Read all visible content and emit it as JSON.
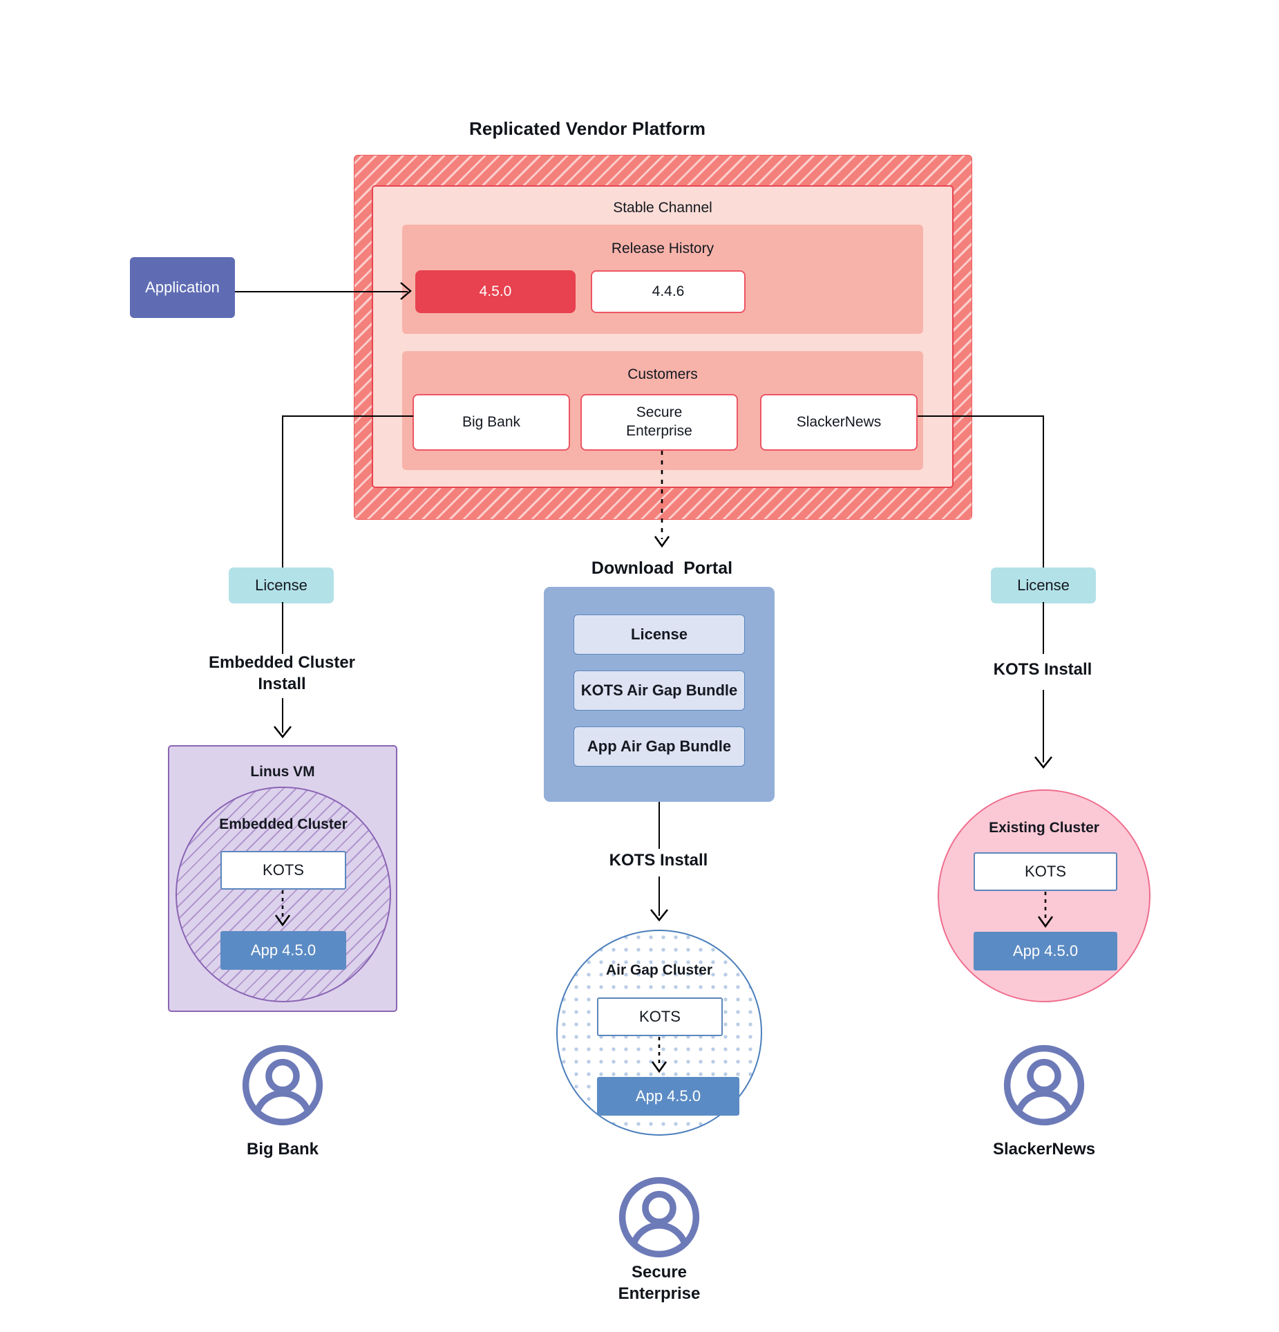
{
  "diagram": {
    "title": "Replicated Vendor Platform",
    "vendor_platform": {
      "channel_title": "Stable Channel",
      "release_history": {
        "title": "Release History",
        "releases": [
          {
            "version": "4.5.0",
            "state": "current"
          },
          {
            "version": "4.4.6",
            "state": "previous"
          }
        ]
      },
      "customers": {
        "title": "Customers",
        "items": [
          {
            "name": "Big Bank"
          },
          {
            "name": "Secure\nEnterprise"
          },
          {
            "name": "SlackerNews"
          }
        ]
      }
    },
    "application_box": {
      "label": "Application"
    },
    "branches": {
      "left": {
        "license_label": "License",
        "install_label": "Embedded Cluster\nInstall",
        "host": {
          "vm_title": "Linus VM",
          "cluster_title": "Embedded Cluster",
          "kots_label": "KOTS",
          "app_label": "App 4.5.0"
        },
        "customer_label": "Big Bank"
      },
      "center": {
        "portal_title": "Download  Portal",
        "portal_items": [
          "License",
          "KOTS Air Gap Bundle",
          "App Air Gap Bundle"
        ],
        "install_label": "KOTS Install",
        "host": {
          "cluster_title": "Air Gap Cluster",
          "kots_label": "KOTS",
          "app_label": "App 4.5.0"
        },
        "customer_label": "Secure\nEnterprise"
      },
      "right": {
        "license_label": "License",
        "install_label": "KOTS Install",
        "host": {
          "cluster_title": "Existing Cluster",
          "kots_label": "KOTS",
          "app_label": "App 4.5.0"
        },
        "customer_label": "SlackerNews"
      }
    },
    "icons": {
      "avatar": "user-avatar-icon"
    },
    "colors": {
      "vendor_hatch": "#f4807b",
      "channel_fill": "#fbdcd6",
      "section_fill": "#f7b3aa",
      "release_current": "#e8414f",
      "release_border": "#ed5564",
      "application": "#5f6cb4",
      "license": "#b3e1e8",
      "portal": "#93afd8",
      "portal_item": "#dde3f3",
      "vm_fill": "#ddd2ec",
      "vm_border": "#8a64b4",
      "existing_cluster": "#fbc9d6",
      "existing_cluster_border": "#ef6d8d",
      "airgap_border": "#4a7ebb",
      "kots_border": "#5b86bd",
      "app_version": "#5b8bc4",
      "avatar": "#6d7ab8",
      "connector": "#000000"
    }
  }
}
